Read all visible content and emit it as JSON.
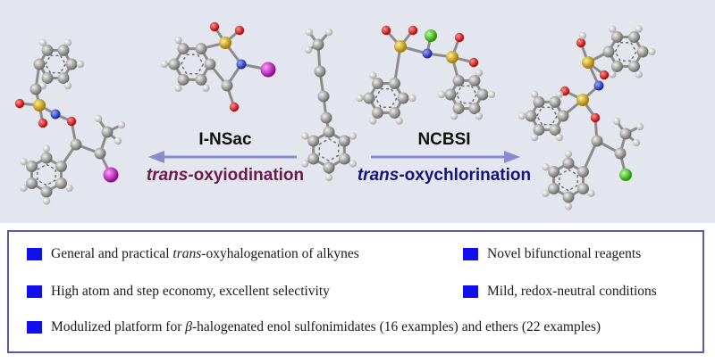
{
  "scheme": {
    "left_reagent": "I-NSac",
    "left_reaction_prefix": "trans",
    "left_reaction_suffix": "-oxyiodination",
    "right_reagent": "NCBSI",
    "right_reaction_prefix": "trans",
    "right_reaction_suffix": "-oxychlorination",
    "colors": {
      "carbon": "#9a9a9a",
      "hydrogen": "#dadada",
      "oxygen": "#e01010",
      "nitrogen": "#2030d0",
      "sulfur": "#c8a400",
      "iodine": "#c020c0",
      "chlorine": "#40c020",
      "left_reaction_text": "#6b1a4a",
      "right_reaction_text": "#14147a",
      "arrow": "#8a8ad0"
    }
  },
  "summary": {
    "bullet_color": "#1010ee",
    "items": [
      {
        "pre": "General and practical ",
        "em": "trans",
        "post": "-oxyhalogenation of alkynes"
      },
      {
        "pre": "Novel bifunctional reagents",
        "em": "",
        "post": ""
      },
      {
        "pre": "High atom and step economy,  excellent selectivity",
        "em": "",
        "post": ""
      },
      {
        "pre": "Mild, redox-neutral conditions",
        "em": "",
        "post": ""
      },
      {
        "pre": "Modulized platform for  ",
        "em": "β",
        "post": "-halogenated enol sulfonimidates (16 examples) and ethers (22 examples)"
      }
    ]
  }
}
